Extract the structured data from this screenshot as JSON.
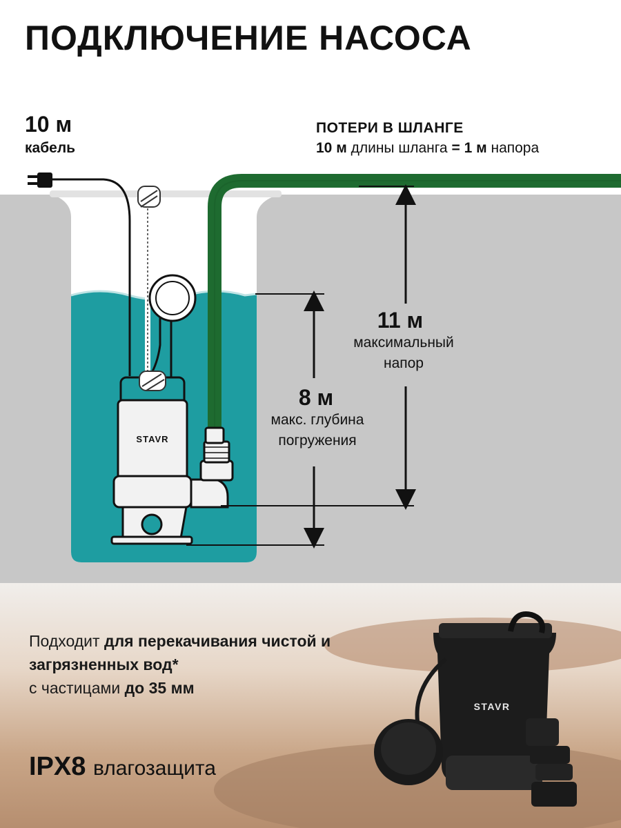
{
  "title": "ПОДКЛЮЧЕНИЕ НАСОСА",
  "cable": {
    "value": "10 м",
    "label": "кабель"
  },
  "hose_loss": {
    "title": "ПОТЕРИ В ШЛАНГЕ",
    "hose_length": "10 м",
    "text_mid": "длины шланга",
    "equals": "=",
    "head": "1 м",
    "text_end": "напора"
  },
  "max_head": {
    "value": "11 м",
    "label_line1": "максимальный",
    "label_line2": "напор"
  },
  "max_depth": {
    "value": "8 м",
    "label_line1": "макс. глубина",
    "label_line2": "погружения"
  },
  "brand": "STAVR",
  "description": {
    "part1": "Подходит",
    "bold1": "для перекачивания чистой и загрязненных вод*",
    "part2": "с частицами",
    "bold2": "до 35 мм"
  },
  "protection": {
    "rating": "IPX8",
    "label": "влагозащита"
  },
  "colors": {
    "ground": "#c9c9c9",
    "water": "#1e9da1",
    "hose": "#1e6b30",
    "accent_text": "#111111"
  },
  "icons": [
    "plug-icon",
    "float-switch-icon",
    "pump-icon"
  ]
}
